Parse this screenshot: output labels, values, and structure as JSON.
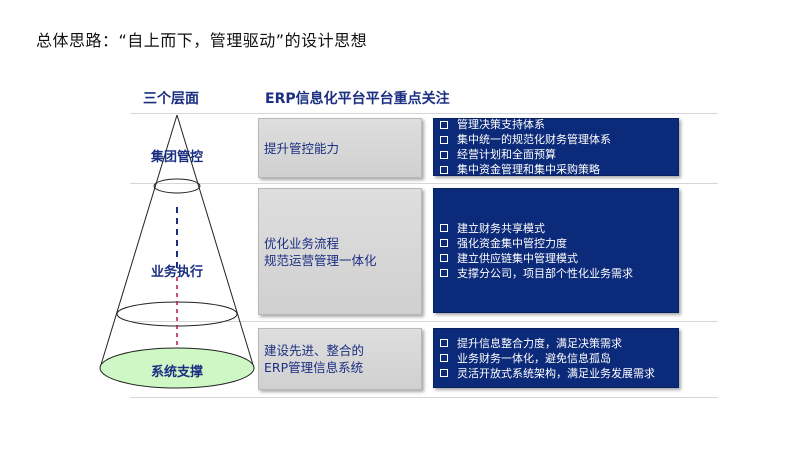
{
  "title": "总体思路：“自上而下，管理驱动”的设计思想",
  "headers": {
    "layers": "三个层面",
    "focus": "ERP信息化平台平台重点关注"
  },
  "layers": [
    {
      "label": "集团管控",
      "capability": [
        "提升管控能力"
      ],
      "points": [
        "管理决策支持体系",
        "集中统一的规范化财务管理体系",
        "经营计划和全面预算",
        "集中资金管理和集中采购策略"
      ]
    },
    {
      "label": "业务执行",
      "capability": [
        "优化业务流程",
        "规范运营管理一体化"
      ],
      "points": [
        "建立财务共享模式",
        "强化资金集中管控力度",
        "建立供应链集中管理模式",
        "支撑分公司，项目部个性化业务需求"
      ]
    },
    {
      "label": "系统支撑",
      "capability": [
        "建设先进、整合的",
        "ERP管理信息系统"
      ],
      "points": [
        "提升信息整合力度，满足决策需求",
        "业务财务一体化，避免信息孤岛",
        "灵活开放式系统架构，满足业务发展需求"
      ]
    }
  ],
  "colors": {
    "accent_blue": "#1b2f82",
    "box_blue": "#0c2a7a",
    "box_grey": "#d6d6d6",
    "base_green": "#cdf7c4",
    "dash_blue": "#1b2f82",
    "dash_red": "#c0143c"
  }
}
